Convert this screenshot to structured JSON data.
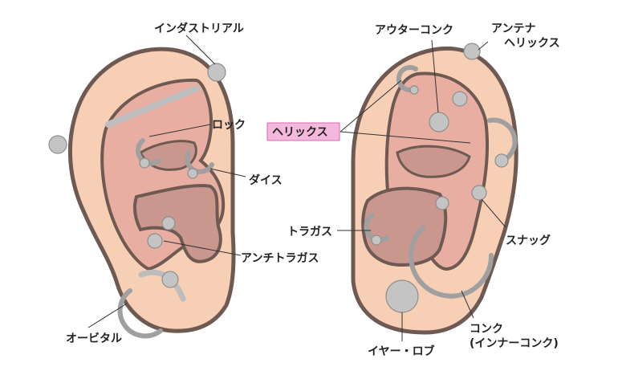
{
  "labels": {
    "industrial": "インダストリアル",
    "rook": "ロック",
    "daith": "ダイス",
    "antitragus": "アンチトラガス",
    "orbital": "オービタル",
    "outer_conch": "アウターコンク",
    "antenna_helix_line1": "アンテナ",
    "antenna_helix_line2": "ヘリックス",
    "helix": "ヘリックス",
    "tragus": "トラガス",
    "snug": "スナッグ",
    "conch_line1": "コンク",
    "conch_line2": "(インナーコンク)",
    "earlobe": "イヤー・ロブ"
  },
  "colors": {
    "skin": "#f6cfb5",
    "inner": "#e8aea2",
    "shadow": "#c9978d",
    "outline": "#6e5a52",
    "jewelry": "#c4c4c4",
    "highlight_bg": "#f4b8dc",
    "highlight_border": "#d96bb0"
  }
}
